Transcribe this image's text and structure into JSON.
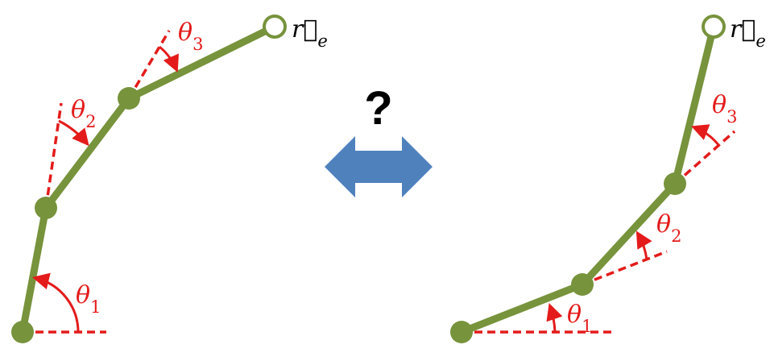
{
  "colors": {
    "link": "#77933C",
    "angle": "#E41B1B",
    "arrow": "#4F81BD",
    "text": "#000000"
  },
  "question_mark": "?",
  "left_arm": {
    "theta1": {
      "sym": "θ",
      "sub": "1"
    },
    "theta2": {
      "sym": "θ",
      "sub": "2"
    },
    "theta3": {
      "sym": "θ",
      "sub": "3"
    },
    "end_effector": {
      "sym": "r",
      "sub": "e",
      "arrow": "⃗"
    }
  },
  "right_arm": {
    "theta1": {
      "sym": "θ",
      "sub": "1"
    },
    "theta2": {
      "sym": "θ",
      "sub": "2"
    },
    "theta3": {
      "sym": "θ",
      "sub": "3"
    },
    "end_effector": {
      "sym": "r",
      "sub": "e",
      "arrow": "⃗"
    }
  }
}
